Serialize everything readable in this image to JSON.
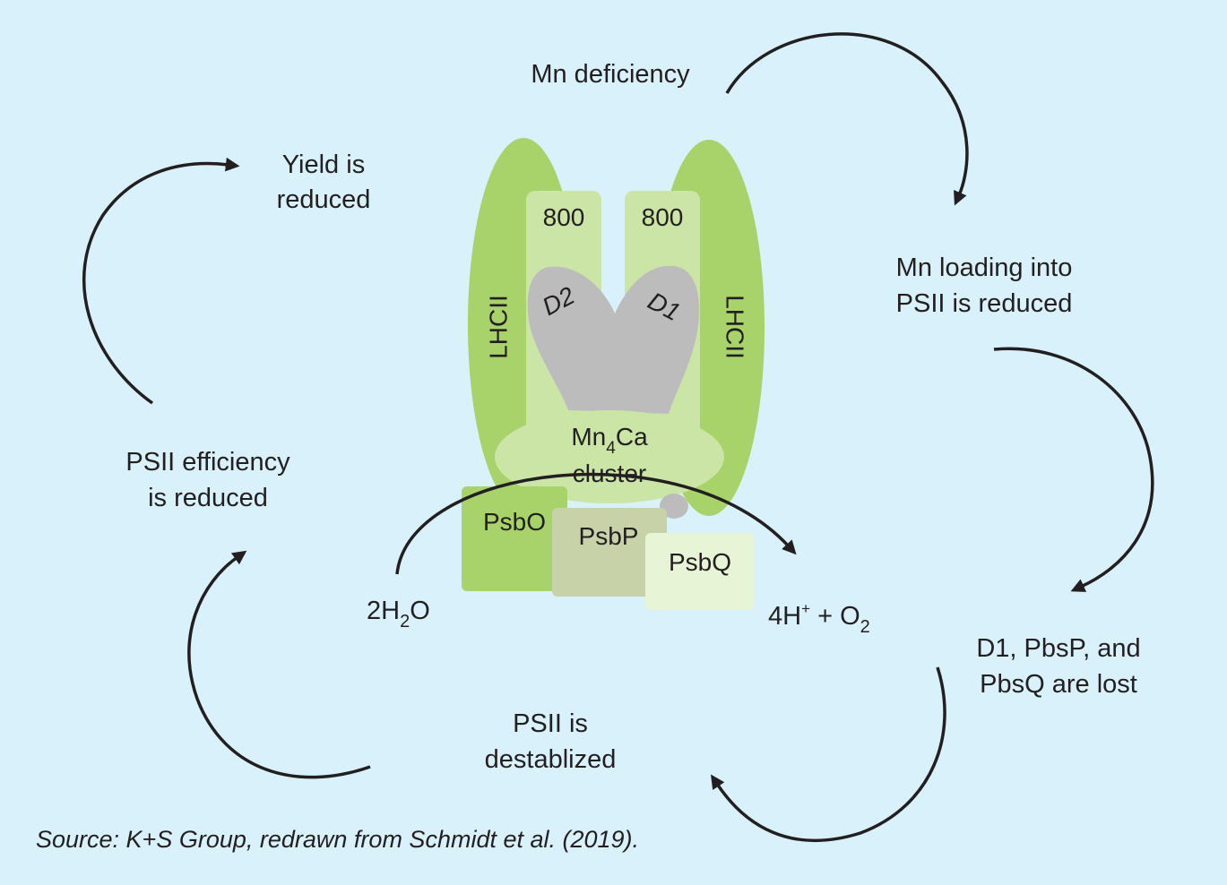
{
  "cycle_steps": {
    "mn_deficiency": "Mn deficiency",
    "mn_loading": [
      "Mn loading into",
      "PSII is reduced"
    ],
    "proteins_lost": [
      "D1, PbsP, and",
      "PbsQ are lost"
    ],
    "psii_destabilized": [
      "PSII is",
      "destablized"
    ],
    "psii_efficiency": [
      "PSII efficiency",
      "is reduced"
    ],
    "yield_reduced": [
      "Yield is",
      "reduced"
    ]
  },
  "psii_complex": {
    "lhcii_left": "LHCII",
    "lhcii_right": "LHCII",
    "cp_left": "800",
    "cp_right": "800",
    "d2": "D2",
    "d1": "D1",
    "cluster": {
      "mn": "Mn",
      "mn_sub": "4",
      "ca": "Ca",
      "line2": "cluster"
    },
    "psbo": "PsbO",
    "psbp": "PsbP",
    "psbq": "PsbQ"
  },
  "reaction": {
    "reactant": {
      "pre": "2H",
      "sub": "2",
      "post": "O"
    },
    "product": {
      "pre": "4H",
      "sup": "+",
      "mid": " + O",
      "sub": "2"
    }
  },
  "colors": {
    "background": "#d8f1fb",
    "lhcii": "#a8d26a",
    "inner_subunit": "#cbe5a6",
    "d1_d2": "#bcbcbc",
    "psbo": "#a8d26a",
    "psbp": "#c7d2a9",
    "psbq": "#e7f4d5",
    "arrow": "#231f20"
  },
  "source": "Source: K+S Group, redrawn from Schmidt et al. (2019)."
}
